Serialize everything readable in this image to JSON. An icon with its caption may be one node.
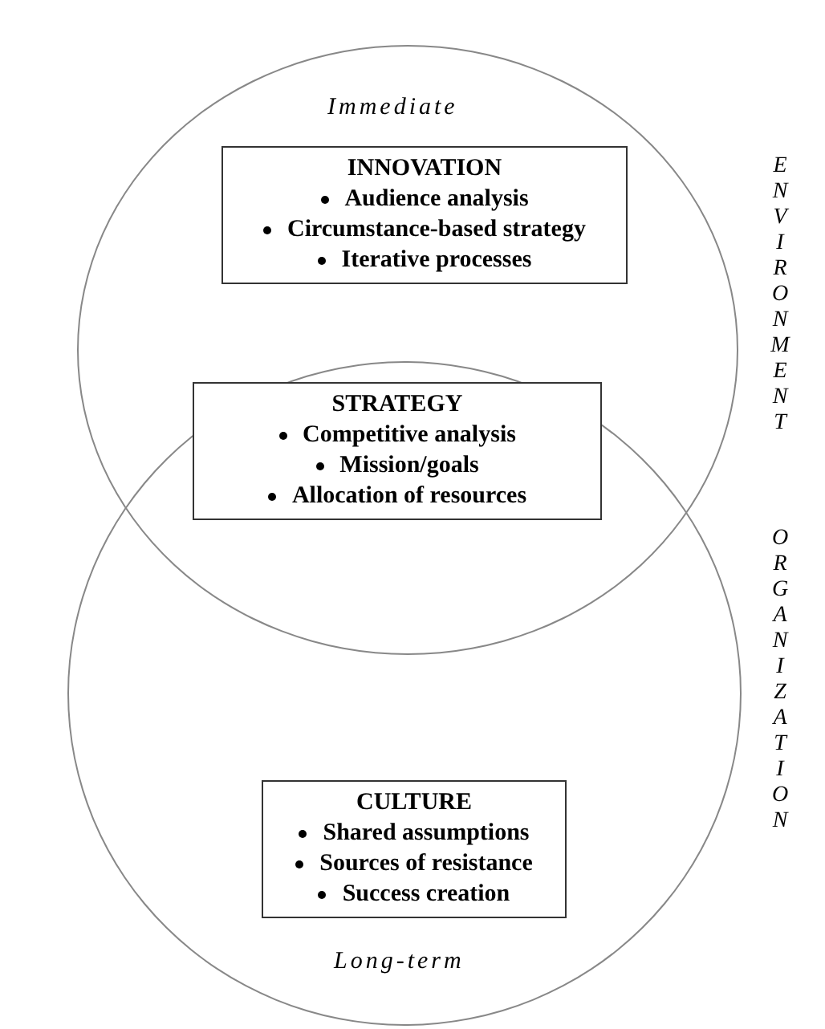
{
  "diagram": {
    "nodes": [
      {
        "text": [
          "Immediate"
        ]
      },
      {
        "text": [
          "Long-term"
        ]
      },
      {
        "text": [
          "INNOVATION",
          "Audience analysis",
          "Circumstance-based strategy",
          "Iterative processes"
        ],
        "in": 0
      },
      {
        "text": [
          "STRATEGY",
          "Competitive analysis",
          "Mission/goals",
          "Allocation of resources"
        ]
      },
      {
        "text": [
          "CULTURE",
          "Shared assumptions",
          "Sources of resistance",
          "Success creation"
        ],
        "in": 1
      }
    ],
    "edges": [],
    "labels": [
      "ENVIRONMENT",
      "ORGANIZATION"
    ]
  }
}
